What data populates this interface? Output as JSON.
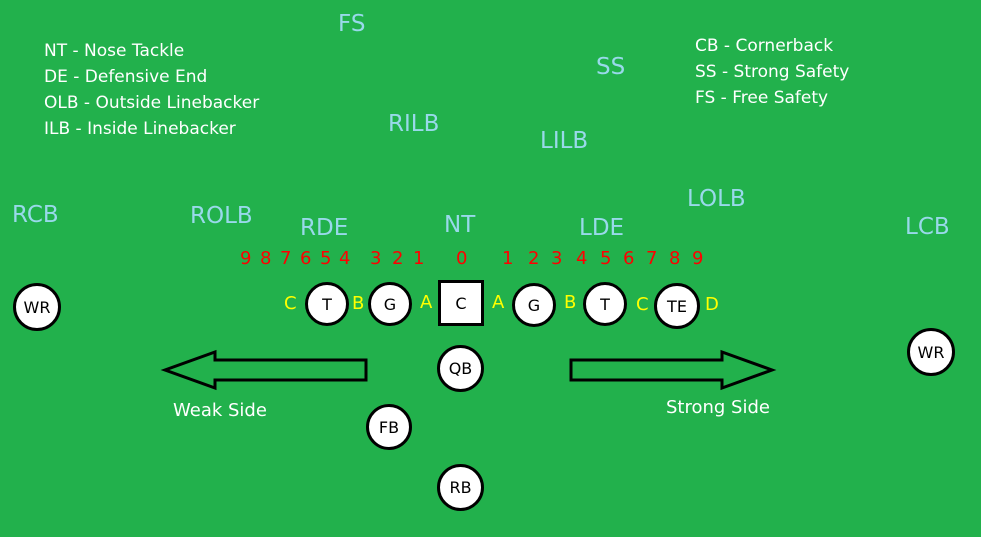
{
  "legend_left": [
    "NT - Nose Tackle",
    "DE - Defensive End",
    "OLB - Outside Linebacker",
    "ILB - Inside Linebacker"
  ],
  "legend_right": [
    "CB - Cornerback",
    "SS - Strong Safety",
    "FS - Free Safety"
  ],
  "defense": {
    "fs": "FS",
    "ss": "SS",
    "rilb": "RILB",
    "lilb": "LILB",
    "rcb": "RCB",
    "rolb": "ROLB",
    "rde": "RDE",
    "nt": "NT",
    "lde": "LDE",
    "lolb": "LOLB",
    "lcb": "LCB"
  },
  "gap_numbers_left": [
    "9",
    "8",
    "7",
    "6",
    "5",
    "4",
    "3",
    "2",
    "1"
  ],
  "gap_zero": "0",
  "gap_numbers_right": [
    "1",
    "2",
    "3",
    "4",
    "5",
    "6",
    "7",
    "8",
    "9"
  ],
  "gap_letters": {
    "left_c": "C",
    "left_b": "B",
    "left_a": "A",
    "right_a": "A",
    "right_b": "B",
    "right_c": "C",
    "right_d": "D"
  },
  "offense": {
    "wr_left": "WR",
    "lt": "T",
    "lg": "G",
    "c": "C",
    "rg": "G",
    "rt": "T",
    "te": "TE",
    "wr_right": "WR",
    "qb": "QB",
    "fb": "FB",
    "rb": "RB"
  },
  "sides": {
    "weak": "Weak Side",
    "strong": "Strong Side"
  },
  "colors": {
    "field": "#22b14c",
    "defense_text": "#99d9ea",
    "gap_number": "#ff0000",
    "gap_letter": "#ffff00",
    "legend_text": "#ffffff"
  }
}
